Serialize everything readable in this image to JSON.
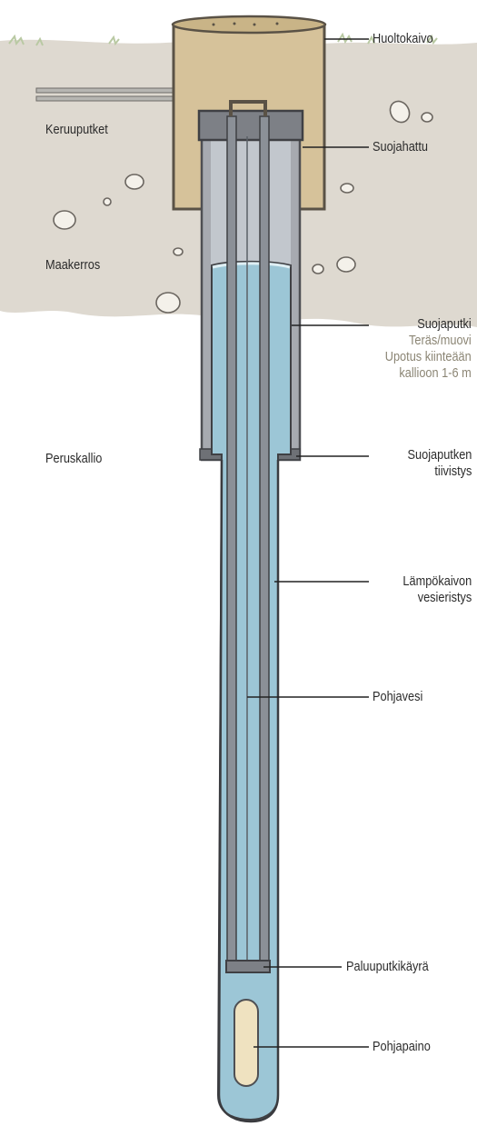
{
  "labels": {
    "huoltokaivo": "Huoltokaivo",
    "keruuputket": "Keruuputket",
    "suojahattu": "Suojahattu",
    "maakerros": "Maakerros",
    "suojaputki": "Suojaputki",
    "suojaputki_sub1": "Teräs/muovi",
    "suojaputki_sub2": "Upotus kiinteään",
    "suojaputki_sub3": "kallioon 1-6 m",
    "peruskallio": "Peruskallio",
    "tiivistys_1": "Suojaputken",
    "tiivistys_2": "tiivistys",
    "vesieristys_1": "Lämpökaivon",
    "vesieristys_2": "vesieristys",
    "pohjavesi": "Pohjavesi",
    "paluuputkikayra": "Paluuputkikäyrä",
    "pohjapaino": "Pohjapaino"
  },
  "colors": {
    "soil": "#ded9d0",
    "bedrock": "#f6f4ef",
    "well_box": "#d6c29a",
    "casing": "#8a8c90",
    "water": "#9cc6d6",
    "weight": "#efe2c0",
    "grass": "#b9c9a3"
  }
}
